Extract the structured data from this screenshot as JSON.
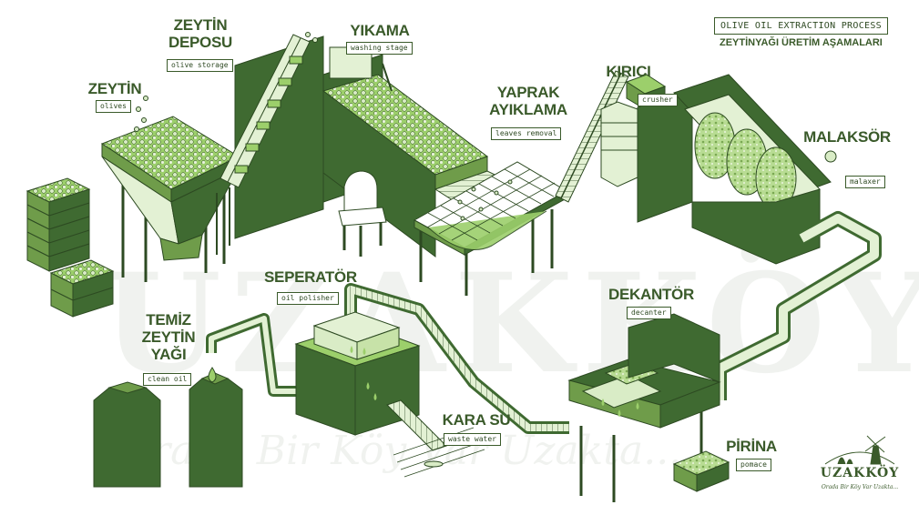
{
  "title": {
    "en": "OLIVE OIL EXTRACTION PROCESS",
    "tr": "ZEYTİNYAĞI ÜRETİM AŞAMALARI"
  },
  "stages": {
    "olives": {
      "tr": [
        "ZEYTİN"
      ],
      "en": "olives"
    },
    "storage": {
      "tr": [
        "ZEYTİN",
        "DEPOSU"
      ],
      "en": "olive storage"
    },
    "washing": {
      "tr": [
        "YIKAMA"
      ],
      "en": "washing stage"
    },
    "leaves": {
      "tr": [
        "YAPRAK",
        "AYIKLAMA"
      ],
      "en": "leaves removal"
    },
    "crusher": {
      "tr": [
        "KIRICI"
      ],
      "en": "crusher"
    },
    "malaxer": {
      "tr": [
        "MALAKSÖR"
      ],
      "en": "malaxer"
    },
    "decanter": {
      "tr": [
        "DEKANTÖR"
      ],
      "en": "decanter"
    },
    "separator": {
      "tr": [
        "SEPERATÖR"
      ],
      "en": "oil polisher"
    },
    "clean_oil": {
      "tr": [
        "TEMİZ",
        "ZEYTİN",
        "YAĞI"
      ],
      "en": "clean oil"
    },
    "waste": {
      "tr": [
        "KARA SU"
      ],
      "en": "waste water"
    },
    "pomace": {
      "tr": [
        "PİRİNA"
      ],
      "en": "pomace"
    }
  },
  "brand": {
    "name": "UZAKKÖY",
    "slogan": "Orada Bir Köy Var Uzakta...",
    "watermark": "UZAKKÖY",
    "watermark_slogan": "Orada Bir Köy Var Uzakta..."
  },
  "colors": {
    "dark": "#3f6a31",
    "medium": "#6f9c4a",
    "light": "#9ccf6b",
    "pale": "#d9ecc6",
    "outline": "#2d4a22"
  }
}
